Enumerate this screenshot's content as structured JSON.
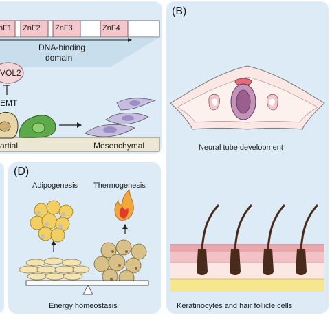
{
  "panelA": {
    "domains": [
      "nF1",
      "ZnF2",
      "ZnF3",
      "ZnF4"
    ],
    "dna_binding_label_line1": "DNA-binding",
    "dna_binding_label_line2": "domain",
    "ovol2_label": "VOL2",
    "emt_label": "EMT",
    "partial_label": "artial",
    "mesenchymal_label": "Mesenchymal"
  },
  "panelB": {
    "panel_label": "(B)",
    "neural_tube_label": "Neural tube development",
    "skin_label": "Keratinocytes and hair follicle cells"
  },
  "panelD": {
    "panel_label": "(D)",
    "adipogenesis_label": "Adipogenesis",
    "thermogenesis_label": "Thermogenesis",
    "energy_label": "Energy homeostasis"
  },
  "colors": {
    "panel_bg": "#dcebf5",
    "znf_box": "#f3c7cc",
    "ovol2_fill": "#f4d6da",
    "adipocyte": "#f2cf62",
    "mesenchymal_cell": "#c7bde0",
    "green_cell": "#5ea94a",
    "neural_tube": "#9a5f8f",
    "hair_follicle": "#4a2a1a"
  }
}
